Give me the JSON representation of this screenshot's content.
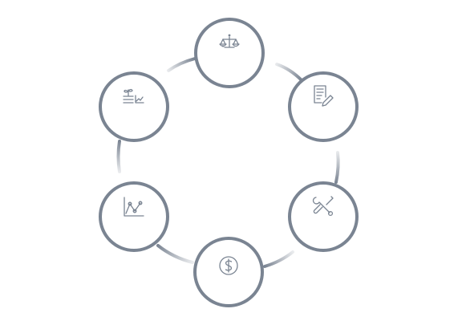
{
  "diagram": {
    "type": "cycle",
    "ring_color": "#7a8492",
    "connector_color": "#7a8492",
    "background": "#ffffff",
    "nodes": [
      {
        "id": "top",
        "icon": "balance-scale-icon"
      },
      {
        "id": "upper-right",
        "icon": "document-edit-icon"
      },
      {
        "id": "lower-right",
        "icon": "wrench-screwdriver-icon"
      },
      {
        "id": "bottom",
        "icon": "dollar-coin-icon"
      },
      {
        "id": "lower-left",
        "icon": "line-chart-icon"
      },
      {
        "id": "upper-left",
        "icon": "plant-growth-chart-icon"
      }
    ]
  }
}
